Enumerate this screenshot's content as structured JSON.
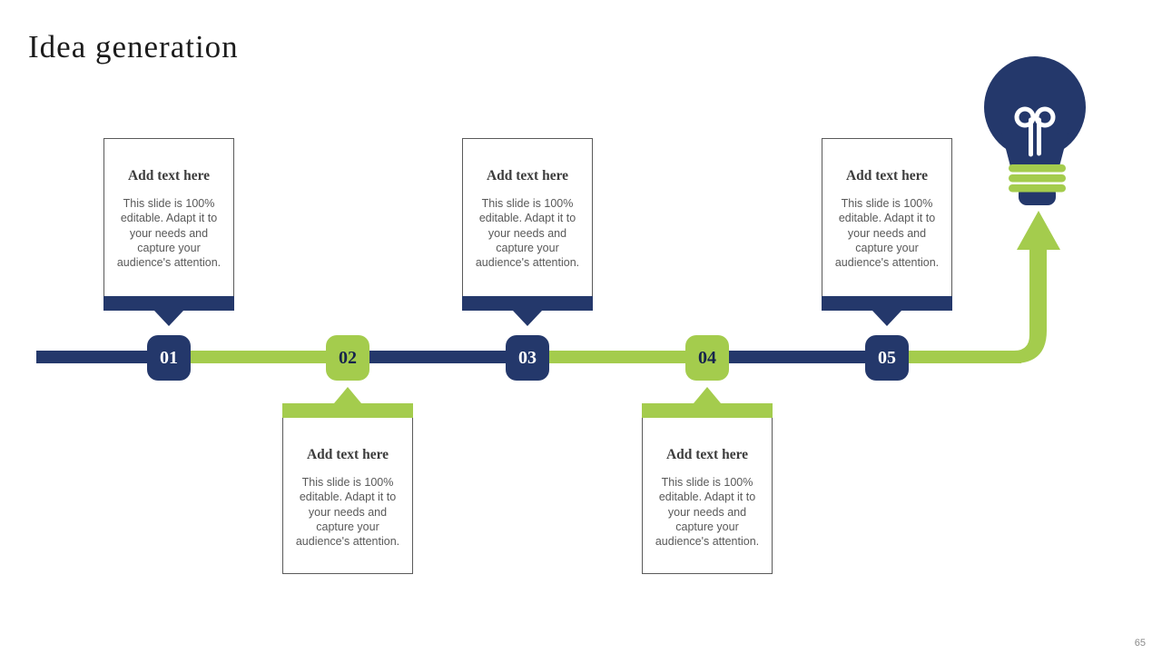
{
  "slide": {
    "title": "Idea generation",
    "page_number": "65"
  },
  "colors": {
    "navy": "#24386B",
    "green": "#A4CC4D",
    "card_heading_text": "#3D3D3D",
    "card_body_text": "#595959",
    "badge_text_on_navy": "#FFFFFF",
    "badge_text_on_green": "#16244C"
  },
  "icons": {
    "lightbulb": "lightbulb-icon",
    "arrow_up": "arrow-up-icon"
  },
  "timeline": {
    "steps": [
      {
        "number": "01",
        "color": "navy",
        "card_position": "above",
        "card": {
          "heading": "Add text here",
          "body": "This slide is 100% editable. Adapt it to your needs and capture your audience's attention."
        }
      },
      {
        "number": "02",
        "color": "green",
        "card_position": "below",
        "card": {
          "heading": "Add text here",
          "body": "This slide is 100% editable. Adapt it to your needs and capture your audience's attention."
        }
      },
      {
        "number": "03",
        "color": "navy",
        "card_position": "above",
        "card": {
          "heading": "Add text here",
          "body": "This slide is 100% editable. Adapt it to your needs and capture your audience's attention."
        }
      },
      {
        "number": "04",
        "color": "green",
        "card_position": "below",
        "card": {
          "heading": "Add text here",
          "body": "This slide is 100% editable. Adapt it to your needs and capture your audience's attention."
        }
      },
      {
        "number": "05",
        "color": "navy",
        "card_position": "above",
        "card": {
          "heading": "Add text here",
          "body": "This slide is 100% editable. Adapt it to your needs and capture your audience's attention."
        }
      }
    ]
  }
}
